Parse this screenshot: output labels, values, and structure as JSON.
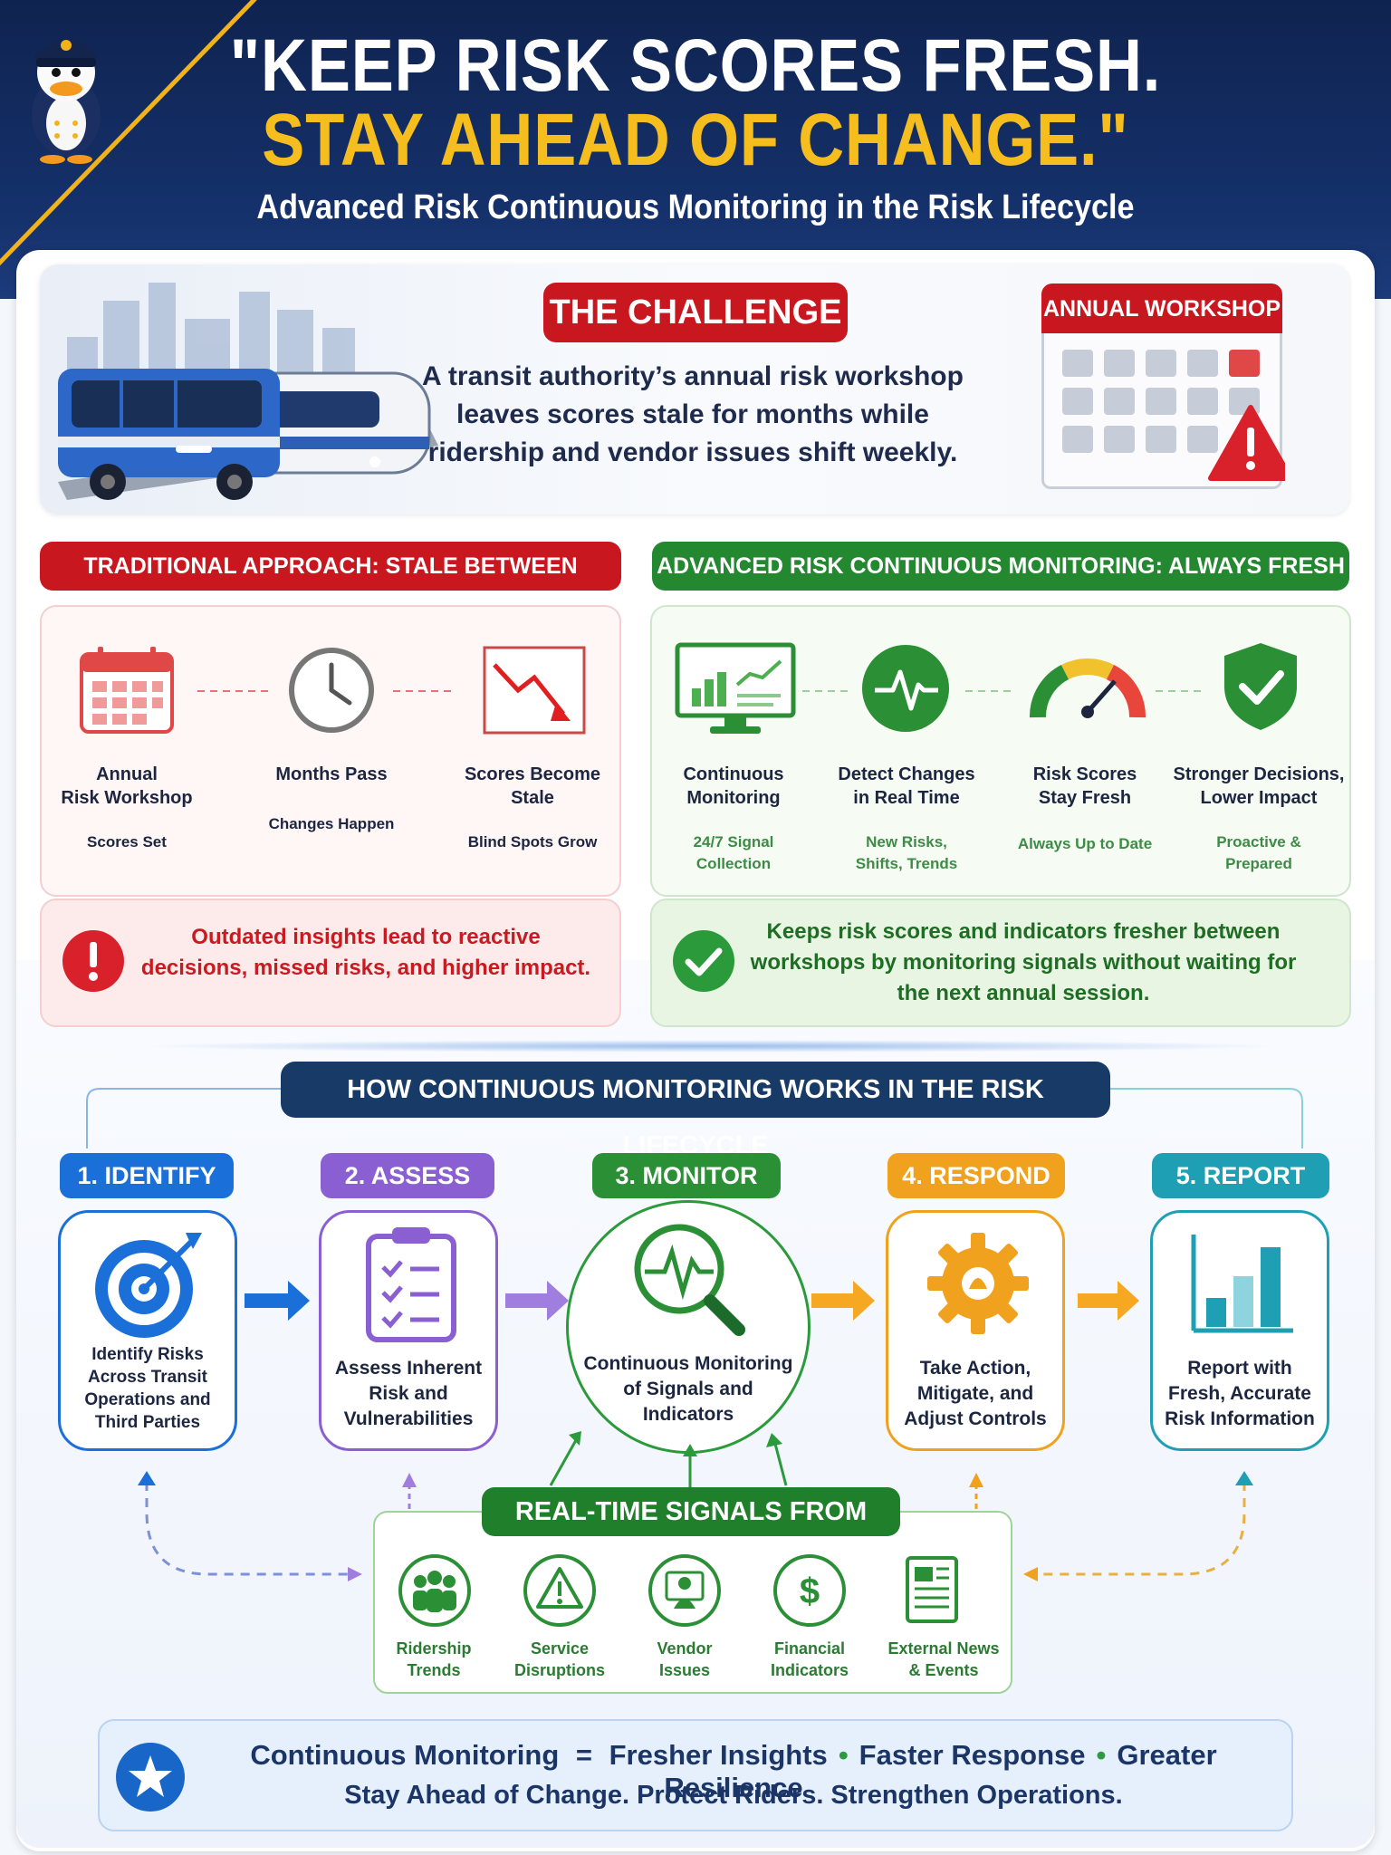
{
  "header": {
    "title_line1": "\"KEEP RISK SCORES FRESH.",
    "title_line2": "STAY AHEAD OF CHANGE.\"",
    "subtitle": "Advanced Risk Continuous Monitoring in the Risk Lifecycle"
  },
  "challenge": {
    "label": "THE CHALLENGE",
    "text": "A transit authority’s annual risk workshop leaves scores stale for months while ridership and vendor issues shift weekly.",
    "badge": "ANNUAL WORKSHOP"
  },
  "traditional": {
    "title": "TRADITIONAL APPROACH: STALE BETWEEN WORKSHOPS",
    "steps": [
      {
        "label": "Annual\nRisk Workshop",
        "sub": "Scores Set",
        "icon": "calendar-icon"
      },
      {
        "label": "Months Pass",
        "sub": "Changes Happen",
        "icon": "clock-icon"
      },
      {
        "label": "Scores Become\nStale",
        "sub": "Blind Spots Grow",
        "icon": "declining-chart-icon"
      }
    ],
    "warning": "Outdated insights lead to reactive decisions, missed risks, and higher impact."
  },
  "advanced": {
    "title": "ADVANCED RISK CONTINUOUS MONITORING: ALWAYS FRESH",
    "steps": [
      {
        "label": "Continuous\nMonitoring",
        "sub": "24/7 Signal\nCollection",
        "icon": "monitor-dashboard-icon"
      },
      {
        "label": "Detect Changes\nin Real Time",
        "sub": "New Risks,\nShifts, Trends",
        "icon": "pulse-icon"
      },
      {
        "label": "Risk Scores\nStay Fresh",
        "sub": "Always Up to Date",
        "icon": "gauge-icon"
      },
      {
        "label": "Stronger Decisions,\nLower Impact",
        "sub": "Proactive &\nPrepared",
        "icon": "shield-check-icon"
      }
    ],
    "ok": "Keeps risk scores and indicators fresher between workshops by monitoring signals without waiting for the next annual session."
  },
  "lifecycle": {
    "title": "HOW CONTINUOUS MONITORING WORKS IN THE RISK LIFECYCLE",
    "stages": [
      {
        "label": "1. IDENTIFY",
        "text": "Identify Risks\nAcross Transit\nOperations and\nThird Parties",
        "color": "#1a6fd8",
        "icon": "target-icon"
      },
      {
        "label": "2. ASSESS",
        "text": "Assess Inherent\nRisk and\nVulnerabilities",
        "color": "#8a5fd2",
        "icon": "clipboard-icon"
      },
      {
        "label": "3. MONITOR",
        "text": "Continuous Monitoring\nof Signals and\nIndicators",
        "color": "#2b8f36",
        "icon": "magnifier-pulse-icon"
      },
      {
        "label": "4. RESPOND",
        "text": "Take Action,\nMitigate, and\nAdjust Controls",
        "color": "#f0a11d",
        "icon": "gear-icon"
      },
      {
        "label": "5. REPORT",
        "text": "Report with\nFresh, Accurate\nRisk Information",
        "color": "#1e9fb3",
        "icon": "bar-chart-icon"
      }
    ]
  },
  "signals": {
    "title": "REAL-TIME SIGNALS FROM",
    "items": [
      {
        "label": "Ridership\nTrends",
        "icon": "people-icon"
      },
      {
        "label": "Service\nDisruptions",
        "icon": "warning-icon"
      },
      {
        "label": "Vendor\nIssues",
        "icon": "vendor-icon"
      },
      {
        "label": "Financial\nIndicators",
        "icon": "dollar-icon"
      },
      {
        "label": "External News\n& Events",
        "icon": "news-icon"
      }
    ]
  },
  "footer": {
    "term": "Continuous Monitoring",
    "eq": "=",
    "b1": "Fresher Insights",
    "b2": "Faster Response",
    "b3": "Greater Resilience",
    "line2": "Stay Ahead of Change. Protect Riders. Strengthen Operations."
  },
  "colors": {
    "navy": "#0f2350",
    "gold": "#f5bd1e",
    "red": "#c8171f",
    "green": "#23882f"
  }
}
